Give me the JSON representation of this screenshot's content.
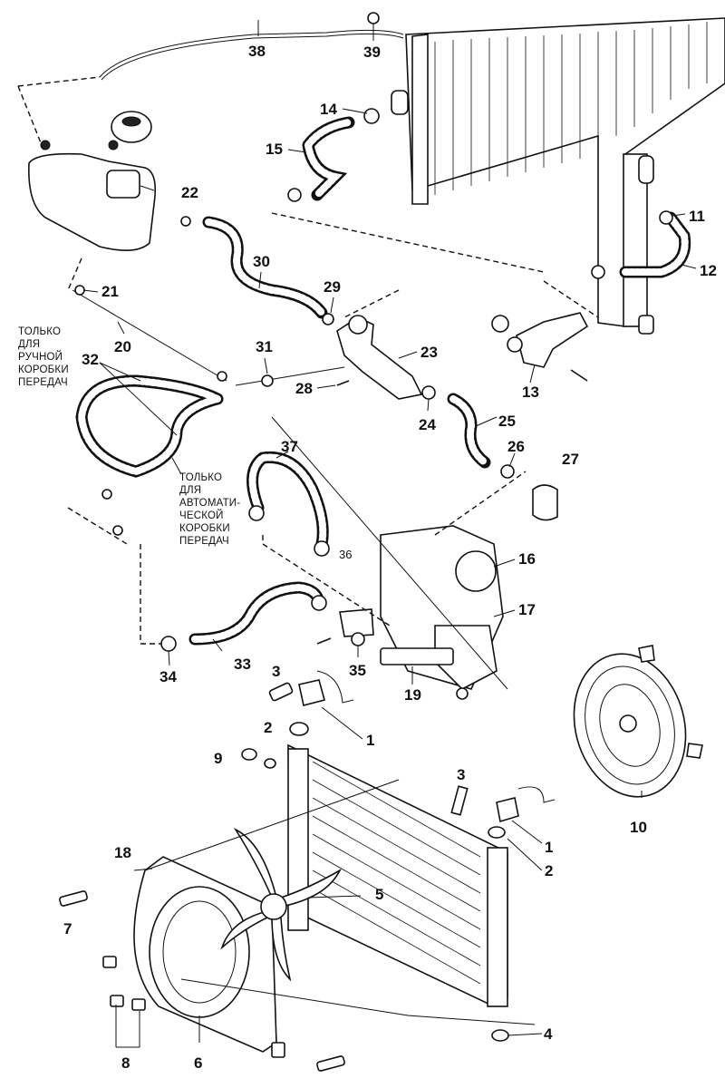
{
  "labels": {
    "n1": "1",
    "n1b": "1",
    "n2": "2",
    "n2b": "2",
    "n3": "3",
    "n3b": "3",
    "n4": "4",
    "n5": "5",
    "n6": "6",
    "n7": "7",
    "n8": "8",
    "n9": "9",
    "n10": "10",
    "n11": "11",
    "n12": "12",
    "n13": "13",
    "n14": "14",
    "n15": "15",
    "n16": "16",
    "n17": "17",
    "n18": "18",
    "n19": "19",
    "n20": "20",
    "n21": "21",
    "n22": "22",
    "n23": "23",
    "n24": "24",
    "n25": "25",
    "n26": "26",
    "n27": "27",
    "n28": "28",
    "n29": "29",
    "n30": "30",
    "n31": "31",
    "n32": "32",
    "n33": "33",
    "n34": "34",
    "n35": "35",
    "n36": "36",
    "n37": "37",
    "n38": "38",
    "n39": "39"
  },
  "notes": {
    "manual": [
      "ТОЛЬКО",
      "ДЛЯ",
      "РУЧНОЙ",
      "КОРОБКИ",
      "ПЕРЕДАЧ"
    ],
    "auto": [
      "ТОЛЬКО",
      "ДЛЯ",
      "АВТОМАТИ-",
      "ЧЕСКОЙ",
      "КОРОБКИ",
      "ПЕРЕДАЧ"
    ]
  }
}
